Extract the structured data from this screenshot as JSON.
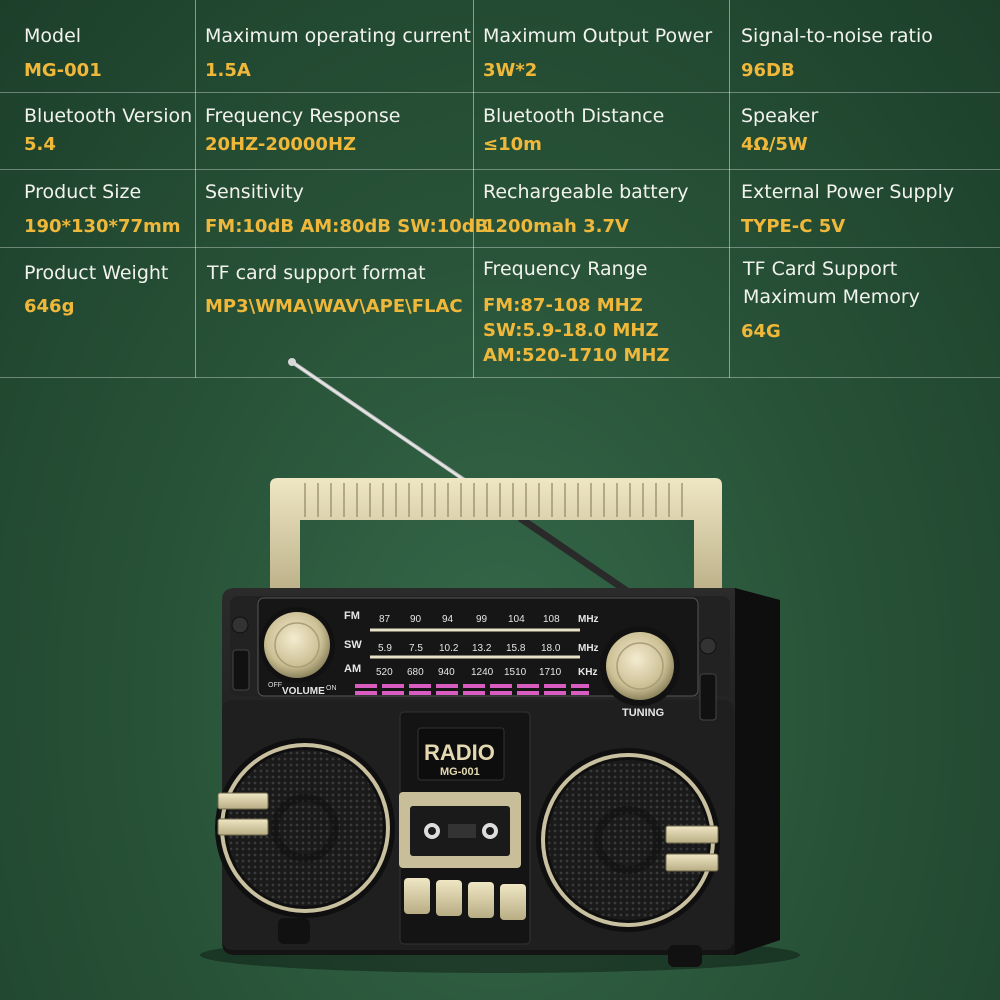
{
  "specs": [
    {
      "label": "Model",
      "value": "MG-001"
    },
    {
      "label": "Maximum operating current",
      "value": "1.5A"
    },
    {
      "label": "Maximum Output Power",
      "value": "3W*2"
    },
    {
      "label": "Signal-to-noise ratio",
      "value": "96DB"
    },
    {
      "label": "Bluetooth Version",
      "value": "5.4"
    },
    {
      "label": "Frequency Response",
      "value": "20HZ-20000HZ"
    },
    {
      "label": "Bluetooth Distance",
      "value": "≤10m"
    },
    {
      "label": "Speaker",
      "value": "4Ω/5W"
    },
    {
      "label": "Product Size",
      "value": "190*130*77mm"
    },
    {
      "label": "Sensitivity",
      "value": "FM:10dB AM:80dB SW:10dB"
    },
    {
      "label": "Rechargeable battery",
      "value": "1200mah 3.7V"
    },
    {
      "label": "External Power Supply",
      "value": "TYPE-C 5V"
    },
    {
      "label": "Product Weight",
      "value": "646g"
    },
    {
      "label": "TF card support format",
      "value": "MP3\\WMA\\WAV\\APE\\FLAC"
    },
    {
      "label": "Frequency Range",
      "values": [
        "FM:87-108 MHZ",
        "SW:5.9-18.0 MHZ",
        "AM:520-1710 MHZ"
      ]
    },
    {
      "label_lines": [
        "TF Card Support",
        "Maximum Memory"
      ],
      "value": "64G"
    }
  ],
  "radio": {
    "brand": "RADIO",
    "model": "MG-001",
    "bands": {
      "fm": {
        "name": "FM",
        "unit": "MHz",
        "ticks": [
          "87",
          "90",
          "94",
          "99",
          "104",
          "108"
        ]
      },
      "sw": {
        "name": "SW",
        "unit": "MHz",
        "ticks": [
          "5.9",
          "7.5",
          "10.2",
          "13.2",
          "15.8",
          "18.0"
        ]
      },
      "am": {
        "name": "AM",
        "unit": "KHz",
        "ticks": [
          "520",
          "680",
          "940",
          "1240",
          "1510",
          "1710"
        ]
      }
    },
    "volume_label": "VOLUME",
    "off_label": "OFF",
    "on_label": "ON",
    "tuning_label": "TUNING"
  },
  "colors": {
    "background": "#295439",
    "label": "#f2f2ec",
    "value": "#f0b83a",
    "radio_body": "#1e1e1e",
    "gold": "#d9cfa8"
  }
}
